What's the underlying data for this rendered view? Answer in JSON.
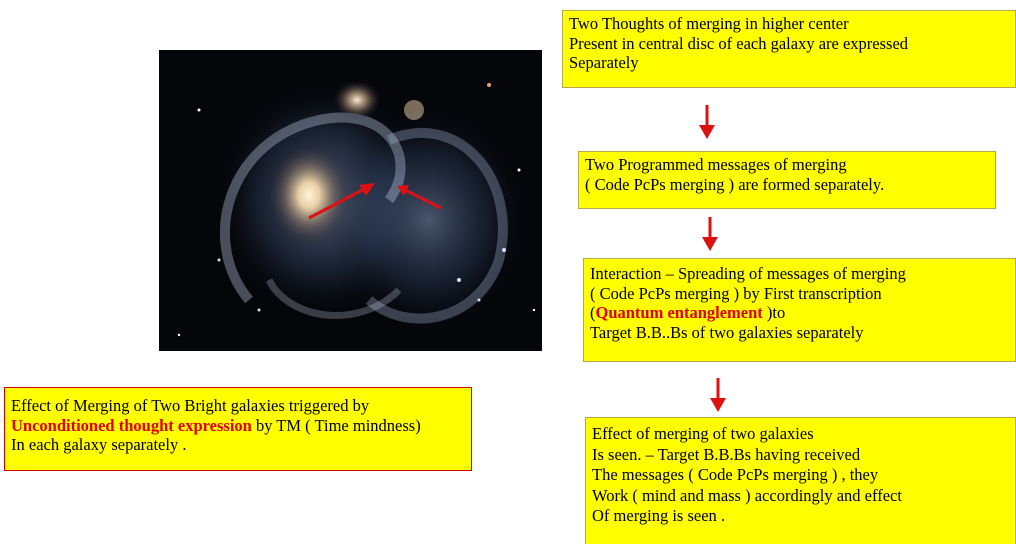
{
  "box1": {
    "lines": [
      "Two Thoughts of  merging  in higher center",
      "Present in central disc  of each galaxy are expressed",
      "Separately"
    ]
  },
  "box2": {
    "lines": [
      "Two Programmed messages of  merging",
      "( Code PcPs merging ) are formed  separately."
    ]
  },
  "box3": {
    "line1": "Interaction – Spreading of  messages of merging",
    "line2": " ( Code PcPs merging ) by First transcription",
    "line3_open": "(",
    "line3_highlight": "Quantum entanglement",
    "line3_close": "  )to",
    "line4": "Target B.B..Bs of two galaxies  separately"
  },
  "box4": {
    "lines": [
      "Effect  of  merging of two galaxies",
      "Is seen. – Target B.B.Bs having received",
      "The messages ( Code PcPs merging ) , they",
      "Work ( mind and mass ) accordingly and  effect",
      "Of merging is seen ."
    ]
  },
  "left_box": {
    "line1": "Effect of Merging of Two Bright galaxies triggered by",
    "line2_highlight": "Unconditioned thought expression",
    "line2_rest": " by TM ( Time mindness)",
    "line3": "In each galaxy separately ."
  },
  "colors": {
    "box_fill": "#ffff00",
    "arrow": "#dd1111",
    "highlight_text": "#e00000"
  }
}
